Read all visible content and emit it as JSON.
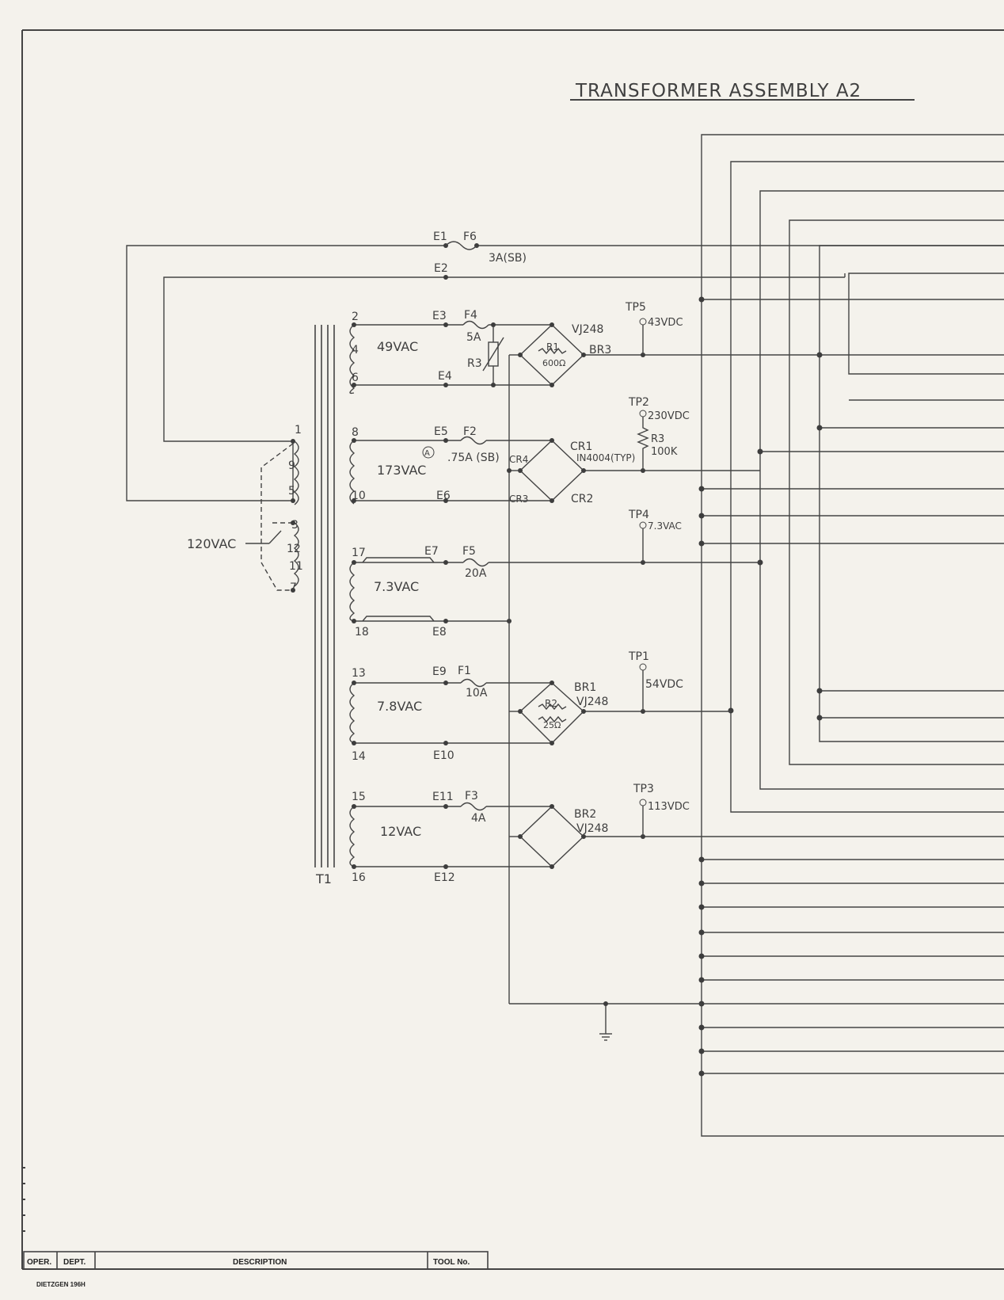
{
  "title": "TRANSFORMER ASSEMBLY  A2",
  "transformer": {
    "ref": "T1",
    "primary_label": "120VAC",
    "primary_pins": [
      "1",
      "9",
      "5",
      "3",
      "12",
      "11",
      "7"
    ]
  },
  "windings": [
    {
      "pin_top": "2",
      "pin_mid": "4",
      "pin_bottom": "6",
      "voltage": "49VAC",
      "e_top": "E3",
      "e_bottom": "E4",
      "fuse": "F4",
      "rating": "5A"
    },
    {
      "pin_top": "8",
      "pin_bottom": "10",
      "voltage": "173VAC",
      "e_top": "E5",
      "e_bottom": "E6",
      "fuse": "F2",
      "rating": ".75A (SB)",
      "note": "A"
    },
    {
      "pin_top": "17",
      "pin_bottom": "18",
      "voltage": "7.3VAC",
      "e_top": "E7",
      "e_bottom": "E8",
      "fuse": "F5",
      "rating": "20A"
    },
    {
      "pin_top": "13",
      "pin_bottom": "14",
      "voltage": "7.8VAC",
      "e_top": "E9",
      "e_bottom": "E10",
      "fuse": "F1",
      "rating": "10A"
    },
    {
      "pin_top": "15",
      "pin_bottom": "16",
      "voltage": "12VAC",
      "e_top": "E11",
      "e_bottom": "E12",
      "fuse": "F3",
      "rating": "4A"
    }
  ],
  "line_fuse": {
    "e1": "E1",
    "e2": "E2",
    "fuse": "F6",
    "rating": "3A(SB)"
  },
  "bridges": {
    "br3": {
      "ref": "BR3",
      "part": "VJ248",
      "r_ref": "R1",
      "r_val": "600Ω",
      "shunt": "R3"
    },
    "br_hv": {
      "cr1": "CR1",
      "cr2": "CR2",
      "cr3": "CR3",
      "cr4": "CR4",
      "part": "IN4004(TYP)"
    },
    "br1": {
      "ref": "BR1",
      "part": "VJ248",
      "r_ref": "R2",
      "r_val": "25Ω"
    },
    "br2": {
      "ref": "BR2",
      "part": "VJ248"
    }
  },
  "test_points": [
    {
      "ref": "TP5",
      "value": "43VDC"
    },
    {
      "ref": "TP2",
      "value": "230VDC"
    },
    {
      "ref": "TP4",
      "value": "7.3VAC"
    },
    {
      "ref": "TP1",
      "value": "54VDC"
    },
    {
      "ref": "TP3",
      "value": "113VDC"
    }
  ],
  "bleeder": {
    "ref": "R3",
    "value": "100K"
  },
  "title_block": {
    "oper": "OPER.",
    "dept": "DEPT.",
    "description": "DESCRIPTION",
    "tool_no": "TOOL  No.",
    "maker": "DIETZGEN 196H"
  },
  "colors": {
    "paper": "#f4f2ec",
    "ink": "#444444"
  }
}
